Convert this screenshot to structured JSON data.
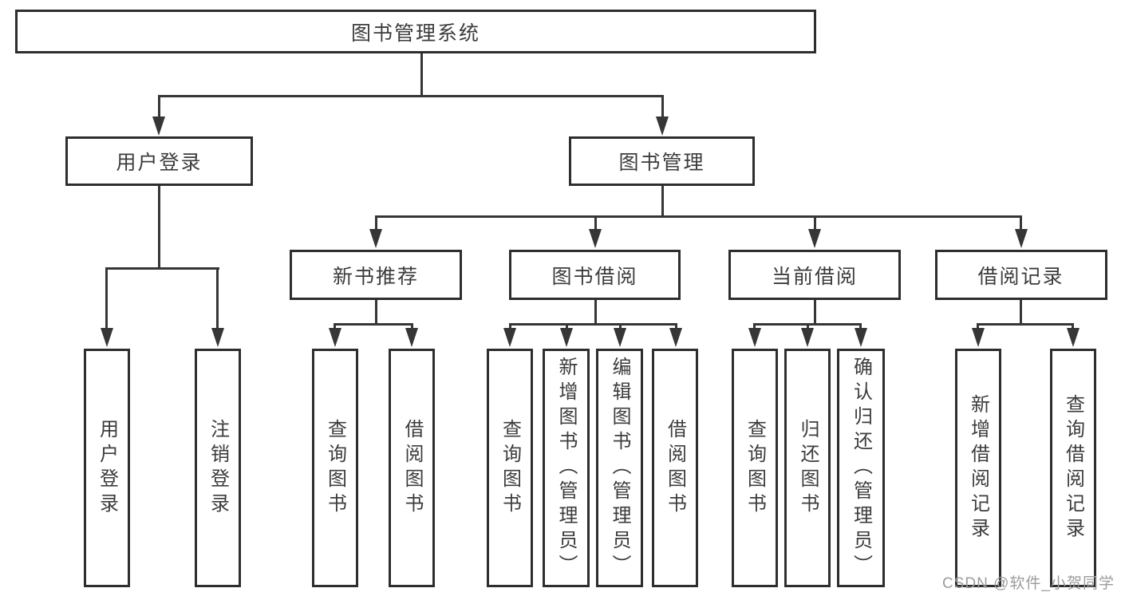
{
  "diagram_title": "图书管理系统",
  "nodes": {
    "root": "图书管理系统",
    "user_login": "用户登录",
    "book_mgmt": "图书管理",
    "new_book": "新书推荐",
    "book_borrow": "图书借阅",
    "current_borrow": "当前借阅",
    "borrow_record": "借阅记录",
    "user_login_children": [
      "用户登录",
      "注销登录"
    ],
    "new_book_children": [
      "查询图书",
      "借阅图书"
    ],
    "book_borrow_children": [
      "查询图书",
      "新增图书（管理员）",
      "编辑图书（管理员）",
      "借阅图书"
    ],
    "current_borrow_children": [
      "查询图书",
      "归还图书",
      "确认归还（管理员）"
    ],
    "borrow_record_children": [
      "新增借阅记录",
      "查询借阅记录"
    ]
  },
  "watermark": "CSDN @软件_小贺同学",
  "colors": {
    "line": "#363636",
    "border": "#2e2e2e",
    "text": "#3c3c3c",
    "watermark": "#9c9c9c",
    "bg": "#ffffff"
  }
}
